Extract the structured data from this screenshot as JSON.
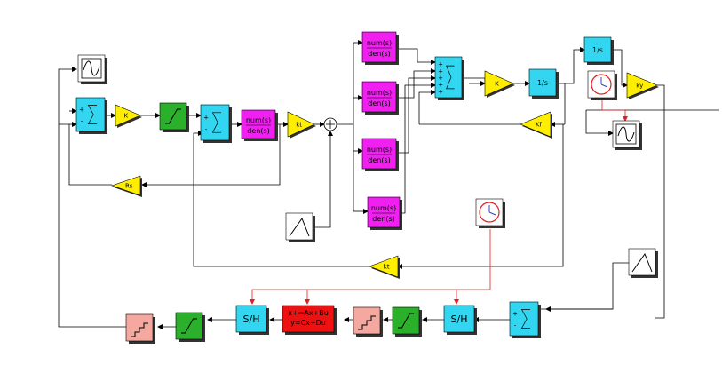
{
  "diagram": {
    "colors": {
      "cyan": "#33d6f0",
      "magenta": "#f020f0",
      "yellow": "#ffee00",
      "green": "#2ab02a",
      "pink": "#f4a8a0",
      "red": "#ee1111",
      "shadow": "#333333",
      "wire": "#000000",
      "event": "#e02020",
      "line_grey": "#666666"
    },
    "labels": {
      "transfer_num": "num(s)",
      "transfer_den": "den(s)",
      "gain_k": "K",
      "gain_kt": "kt",
      "gain_rs": "Rs",
      "gain_kf": "Kf",
      "gain_ky": "ky",
      "integrator": "1/s",
      "sample_hold": "S/H",
      "state_space_line1": "x+=Ax+Bu",
      "state_space_line2": "y=Cx+Du",
      "sum_plus": "+",
      "sum_minus": "-"
    },
    "icons": {
      "scope": "scope-icon",
      "clock": "clock-icon",
      "ramp": "ramp-signal-icon",
      "saturation": "saturation-icon",
      "quantizer": "staircase-quantizer-icon"
    }
  }
}
